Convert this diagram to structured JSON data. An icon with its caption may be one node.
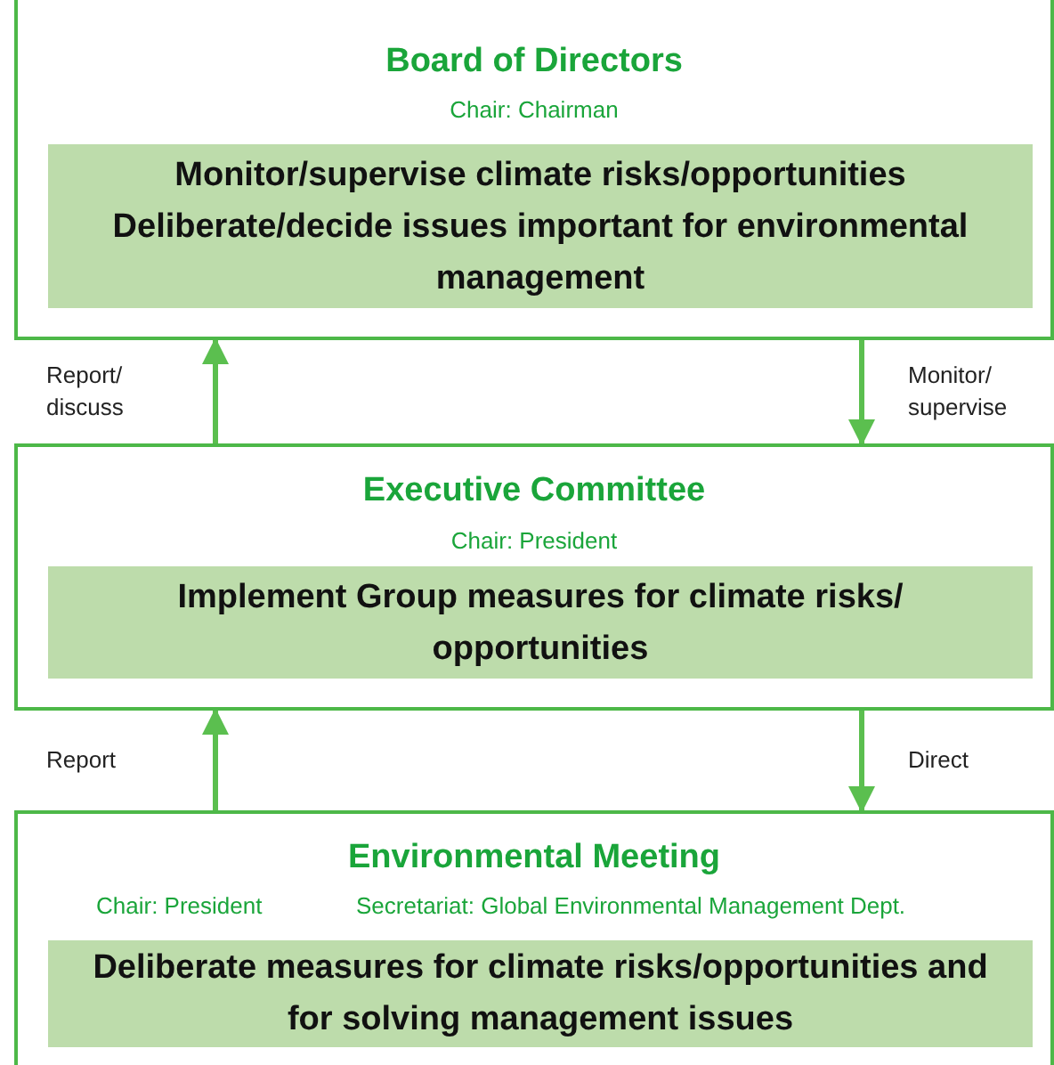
{
  "diagram": {
    "nodes": [
      {
        "text": [
          "Board of Directors",
          "Chair: Chairman"
        ]
      },
      {
        "text": [
          "Monitor/supervise climate risks/opportunities Deliberate/decide issues important for environmental management"
        ],
        "in": 0
      },
      {
        "text": [
          "Executive Committee",
          "Chair: President"
        ]
      },
      {
        "text": [
          "Implement Group measures for climate risks/ opportunities"
        ],
        "in": 2
      },
      {
        "text": [
          "Environmental Meeting",
          "Chair: President",
          "Secretariat: Global Environmental Management Dept."
        ]
      },
      {
        "text": [
          "Deliberate measures for climate risks/opportunities and for solving management issues"
        ],
        "in": 4
      }
    ],
    "edges": [
      {
        "from": 2,
        "to": 0,
        "arrow": "to",
        "label": "Report/ discuss"
      },
      {
        "from": 0,
        "to": 2,
        "arrow": "to",
        "label": "Monitor/ supervise"
      },
      {
        "from": 4,
        "to": 2,
        "arrow": "to",
        "label": "Report"
      },
      {
        "from": 2,
        "to": 4,
        "arrow": "to",
        "label": "Direct"
      }
    ]
  }
}
